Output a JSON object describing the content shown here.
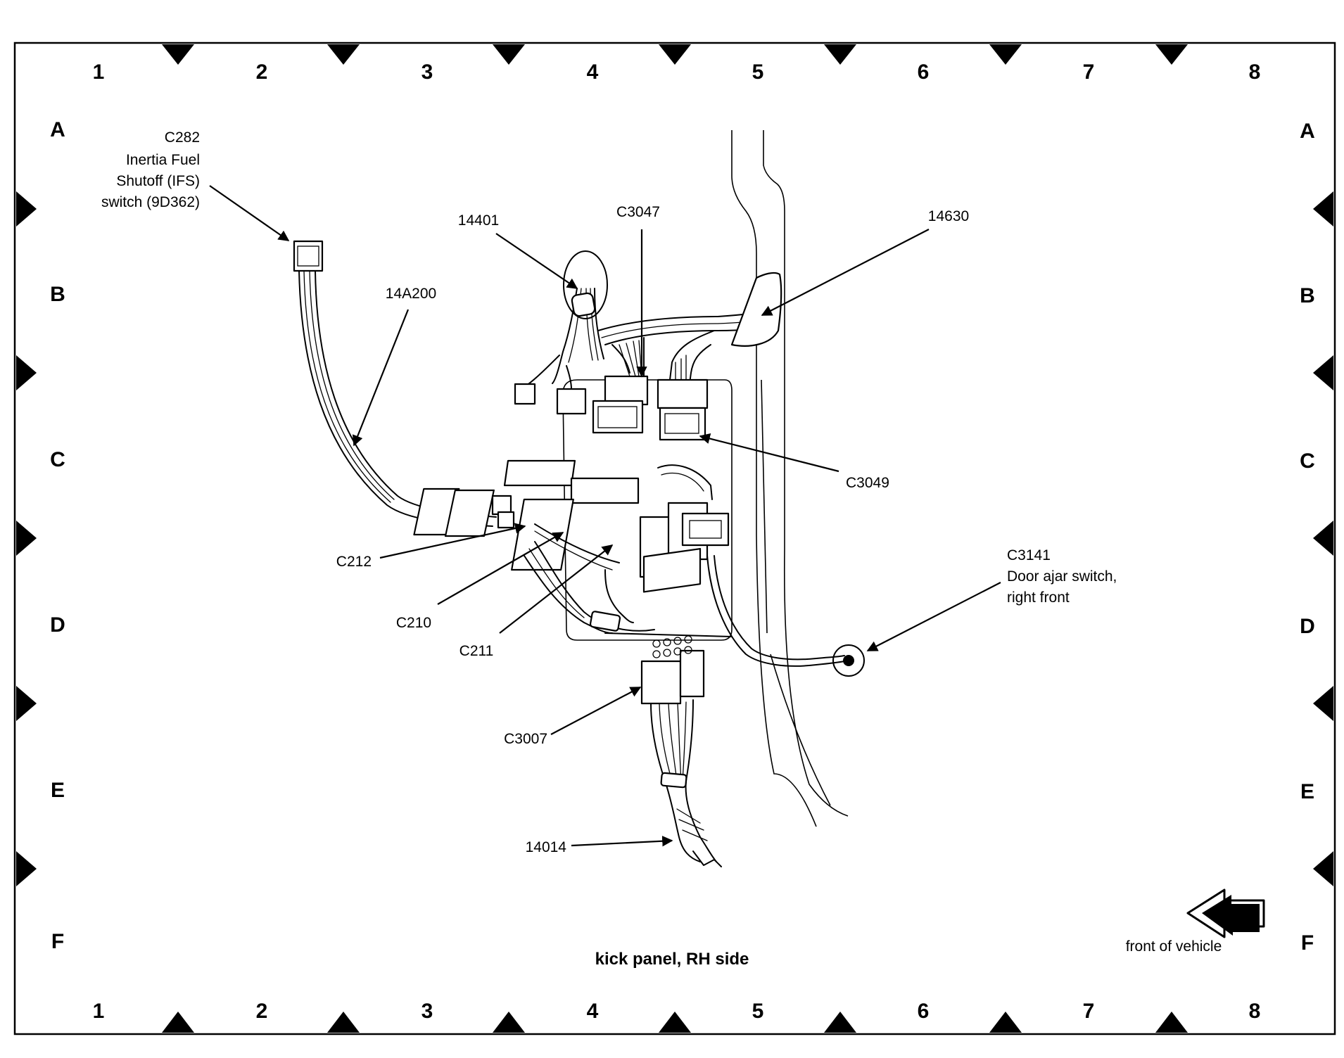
{
  "grid": {
    "columns": [
      "1",
      "2",
      "3",
      "4",
      "5",
      "6",
      "7",
      "8"
    ],
    "rows": [
      "A",
      "B",
      "C",
      "D",
      "E",
      "F"
    ]
  },
  "callouts": {
    "c282": [
      "C282",
      "Inertia Fuel",
      "Shutoff (IFS)",
      "switch (9D362)"
    ],
    "w14a200": "14A200",
    "w14401": "14401",
    "c3047": "C3047",
    "w14630": "14630",
    "c3049": "C3049",
    "c3141": [
      "C3141",
      "Door ajar switch,",
      "right front"
    ],
    "c212": "C212",
    "c210": "C210",
    "c211": "C211",
    "c3007": "C3007",
    "w14014": "14014"
  },
  "caption": "kick panel, RH side",
  "front_of_vehicle": "front of vehicle",
  "icons": [
    "arrow-left-icon"
  ]
}
